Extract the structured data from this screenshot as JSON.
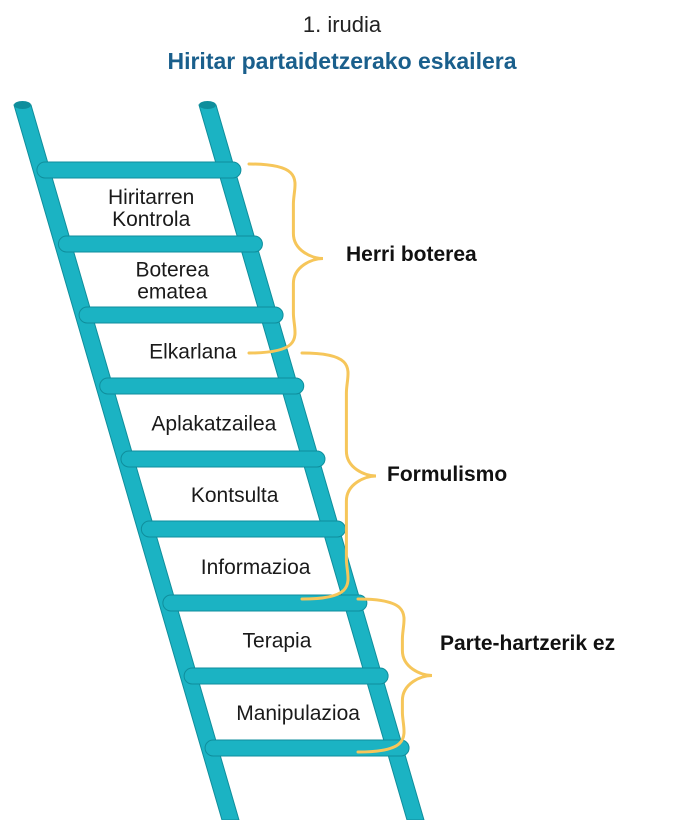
{
  "figure": {
    "label": "1. irudia",
    "title": "Hiritar partaidetzerako eskailera"
  },
  "colors": {
    "ladder": "#1bb3c3",
    "ladder_edge": "#0f8e9c",
    "brace": "#f6c65a",
    "title": "#1a5f8c"
  },
  "rungs": [
    {
      "lines": [
        "Hiritarren",
        "Kontrola"
      ]
    },
    {
      "lines": [
        "Boterea",
        "ematea"
      ]
    },
    {
      "lines": [
        "Elkarlana"
      ]
    },
    {
      "lines": [
        "Aplakatzailea"
      ]
    },
    {
      "lines": [
        "Kontsulta"
      ]
    },
    {
      "lines": [
        "Informazioa"
      ]
    },
    {
      "lines": [
        "Terapia"
      ]
    },
    {
      "lines": [
        "Manipulazioa"
      ]
    }
  ],
  "groups": [
    {
      "label": "Herri boterea"
    },
    {
      "label": "Formulismo"
    },
    {
      "label": "Parte-hartzerik ez"
    }
  ]
}
